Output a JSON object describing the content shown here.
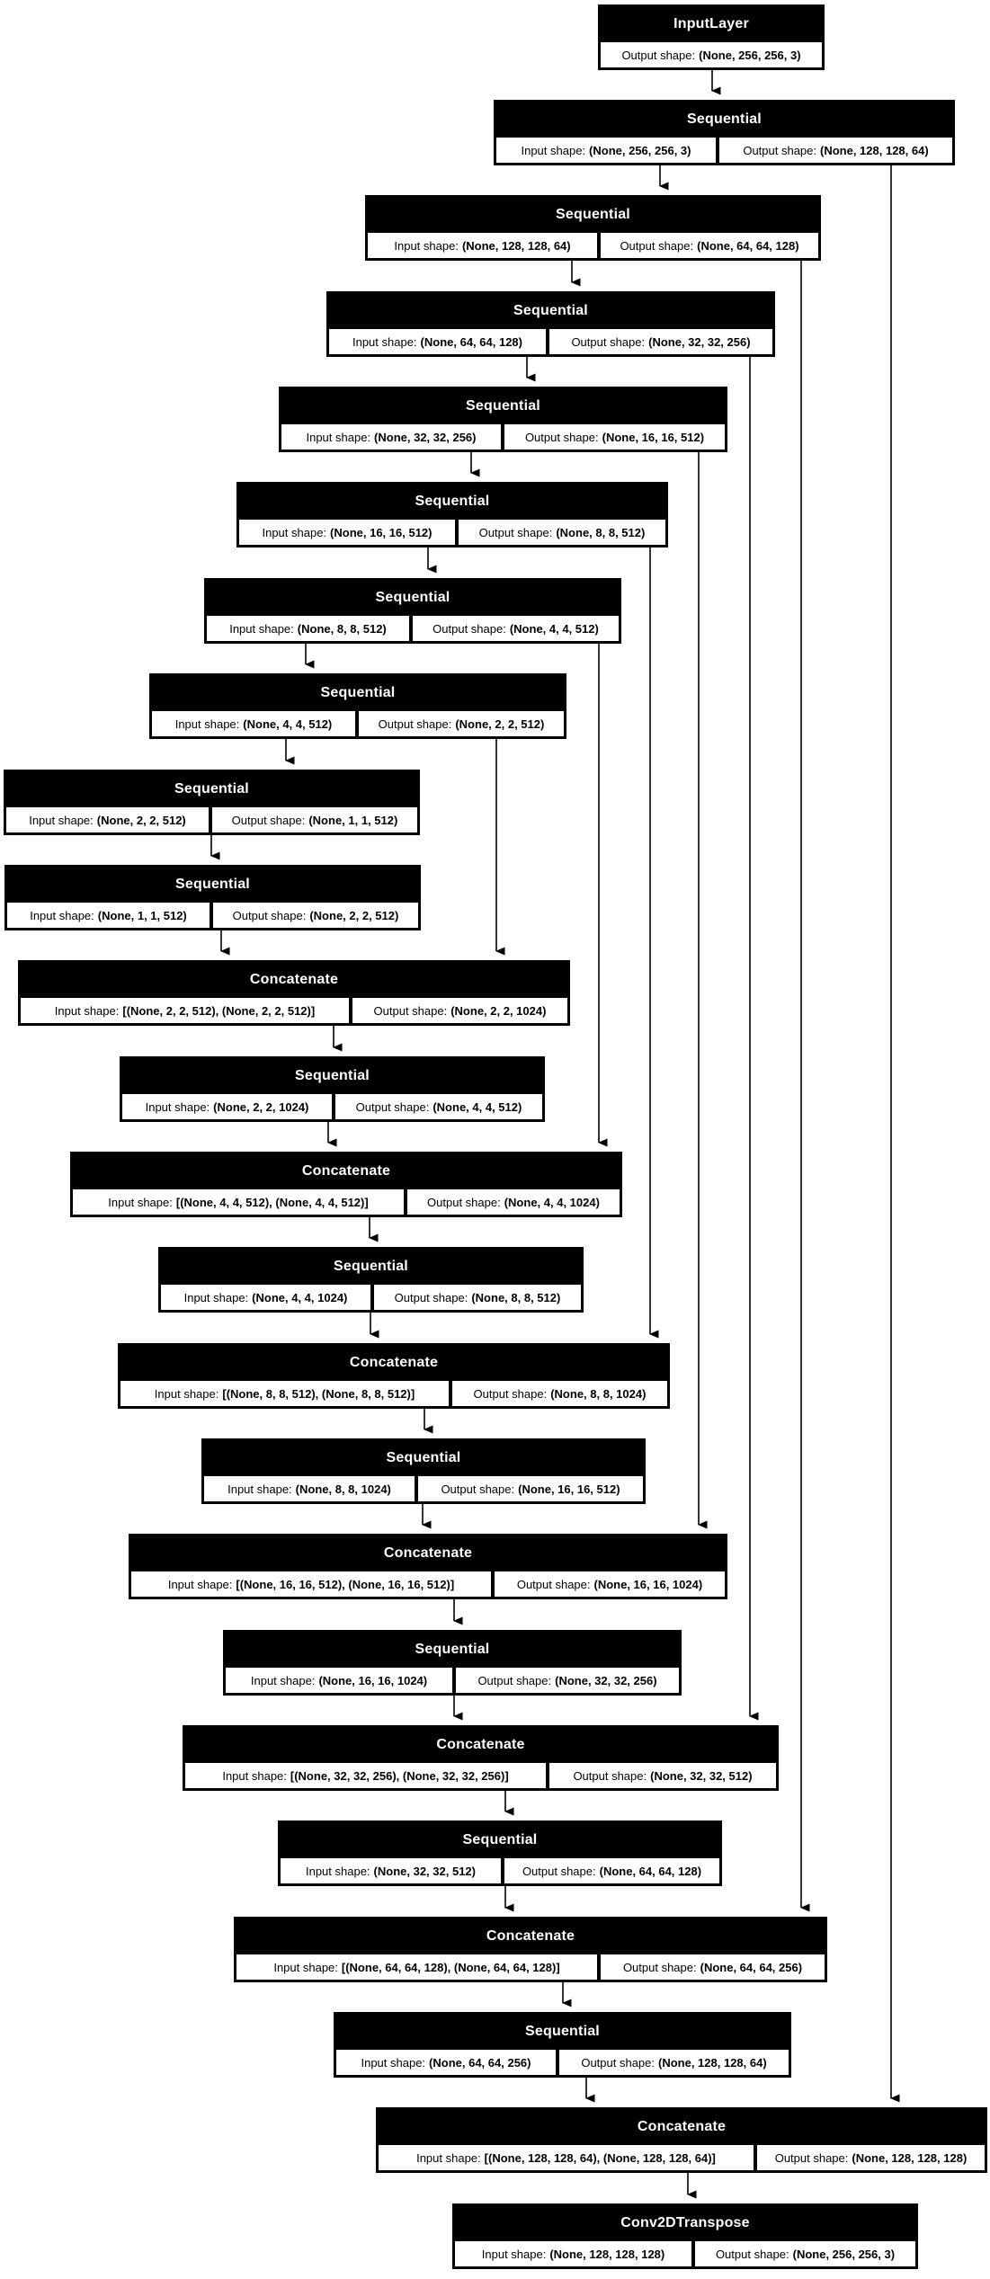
{
  "diagram": {
    "kind": "keras-model-plot",
    "labels": {
      "input": "Input shape:",
      "output": "Output shape:"
    },
    "colors": {
      "node_fill": "#000000",
      "node_title_text": "#ffffff",
      "cell_fill": "#ffffff",
      "cell_text": "#000000",
      "edge": "#000000",
      "background": "#ffffff"
    },
    "nodes": [
      {
        "type": "InputLayer",
        "input_shape": null,
        "output_shape": "(None, 256, 256, 3)"
      },
      {
        "type": "Sequential",
        "input_shape": "(None, 256, 256, 3)",
        "output_shape": "(None, 128, 128, 64)"
      },
      {
        "type": "Sequential",
        "input_shape": "(None, 128, 128, 64)",
        "output_shape": "(None, 64, 64, 128)"
      },
      {
        "type": "Sequential",
        "input_shape": "(None, 64, 64, 128)",
        "output_shape": "(None, 32, 32, 256)"
      },
      {
        "type": "Sequential",
        "input_shape": "(None, 32, 32, 256)",
        "output_shape": "(None, 16, 16, 512)"
      },
      {
        "type": "Sequential",
        "input_shape": "(None, 16, 16, 512)",
        "output_shape": "(None, 8, 8, 512)"
      },
      {
        "type": "Sequential",
        "input_shape": "(None, 8, 8, 512)",
        "output_shape": "(None, 4, 4, 512)"
      },
      {
        "type": "Sequential",
        "input_shape": "(None, 4, 4, 512)",
        "output_shape": "(None, 2, 2, 512)"
      },
      {
        "type": "Sequential",
        "input_shape": "(None, 2, 2, 512)",
        "output_shape": "(None, 1, 1, 512)"
      },
      {
        "type": "Sequential",
        "input_shape": "(None, 1, 1, 512)",
        "output_shape": "(None, 2, 2, 512)"
      },
      {
        "type": "Concatenate",
        "input_shape": "[(None, 2, 2, 512), (None, 2, 2, 512)]",
        "output_shape": "(None, 2, 2, 1024)"
      },
      {
        "type": "Sequential",
        "input_shape": "(None, 2, 2, 1024)",
        "output_shape": "(None, 4, 4, 512)"
      },
      {
        "type": "Concatenate",
        "input_shape": "[(None, 4, 4, 512), (None, 4, 4, 512)]",
        "output_shape": "(None, 4, 4, 1024)"
      },
      {
        "type": "Sequential",
        "input_shape": "(None, 4, 4, 1024)",
        "output_shape": "(None, 8, 8, 512)"
      },
      {
        "type": "Concatenate",
        "input_shape": "[(None, 8, 8, 512), (None, 8, 8, 512)]",
        "output_shape": "(None, 8, 8, 1024)"
      },
      {
        "type": "Sequential",
        "input_shape": "(None, 8, 8, 1024)",
        "output_shape": "(None, 16, 16, 512)"
      },
      {
        "type": "Concatenate",
        "input_shape": "[(None, 16, 16, 512), (None, 16, 16, 512)]",
        "output_shape": "(None, 16, 16, 1024)"
      },
      {
        "type": "Sequential",
        "input_shape": "(None, 16, 16, 1024)",
        "output_shape": "(None, 32, 32, 256)"
      },
      {
        "type": "Concatenate",
        "input_shape": "[(None, 32, 32, 256), (None, 32, 32, 256)]",
        "output_shape": "(None, 32, 32, 512)"
      },
      {
        "type": "Sequential",
        "input_shape": "(None, 32, 32, 512)",
        "output_shape": "(None, 64, 64, 128)"
      },
      {
        "type": "Concatenate",
        "input_shape": "[(None, 64, 64, 128), (None, 64, 64, 128)]",
        "output_shape": "(None, 64, 64, 256)"
      },
      {
        "type": "Sequential",
        "input_shape": "(None, 64, 64, 256)",
        "output_shape": "(None, 128, 128, 64)"
      },
      {
        "type": "Concatenate",
        "input_shape": "[(None, 128, 128, 64), (None, 128, 128, 64)]",
        "output_shape": "(None, 128, 128, 128)"
      },
      {
        "type": "Conv2DTranspose",
        "input_shape": "(None, 128, 128, 128)",
        "output_shape": "(None, 256, 256, 3)"
      }
    ],
    "edges": [
      {
        "from": 0,
        "to": 1
      },
      {
        "from": 1,
        "to": 2
      },
      {
        "from": 2,
        "to": 3
      },
      {
        "from": 3,
        "to": 4
      },
      {
        "from": 4,
        "to": 5
      },
      {
        "from": 5,
        "to": 6
      },
      {
        "from": 6,
        "to": 7
      },
      {
        "from": 7,
        "to": 8
      },
      {
        "from": 8,
        "to": 9
      },
      {
        "from": 9,
        "to": 10
      },
      {
        "from": 10,
        "to": 11
      },
      {
        "from": 11,
        "to": 12
      },
      {
        "from": 12,
        "to": 13
      },
      {
        "from": 13,
        "to": 14
      },
      {
        "from": 14,
        "to": 15
      },
      {
        "from": 15,
        "to": 16
      },
      {
        "from": 16,
        "to": 17
      },
      {
        "from": 17,
        "to": 18
      },
      {
        "from": 18,
        "to": 19
      },
      {
        "from": 19,
        "to": 20
      },
      {
        "from": 20,
        "to": 21
      },
      {
        "from": 21,
        "to": 22
      },
      {
        "from": 22,
        "to": 23
      },
      {
        "from": 7,
        "to": 10
      },
      {
        "from": 6,
        "to": 12
      },
      {
        "from": 5,
        "to": 14
      },
      {
        "from": 4,
        "to": 16
      },
      {
        "from": 3,
        "to": 18
      },
      {
        "from": 2,
        "to": 20
      },
      {
        "from": 1,
        "to": 22
      }
    ]
  }
}
